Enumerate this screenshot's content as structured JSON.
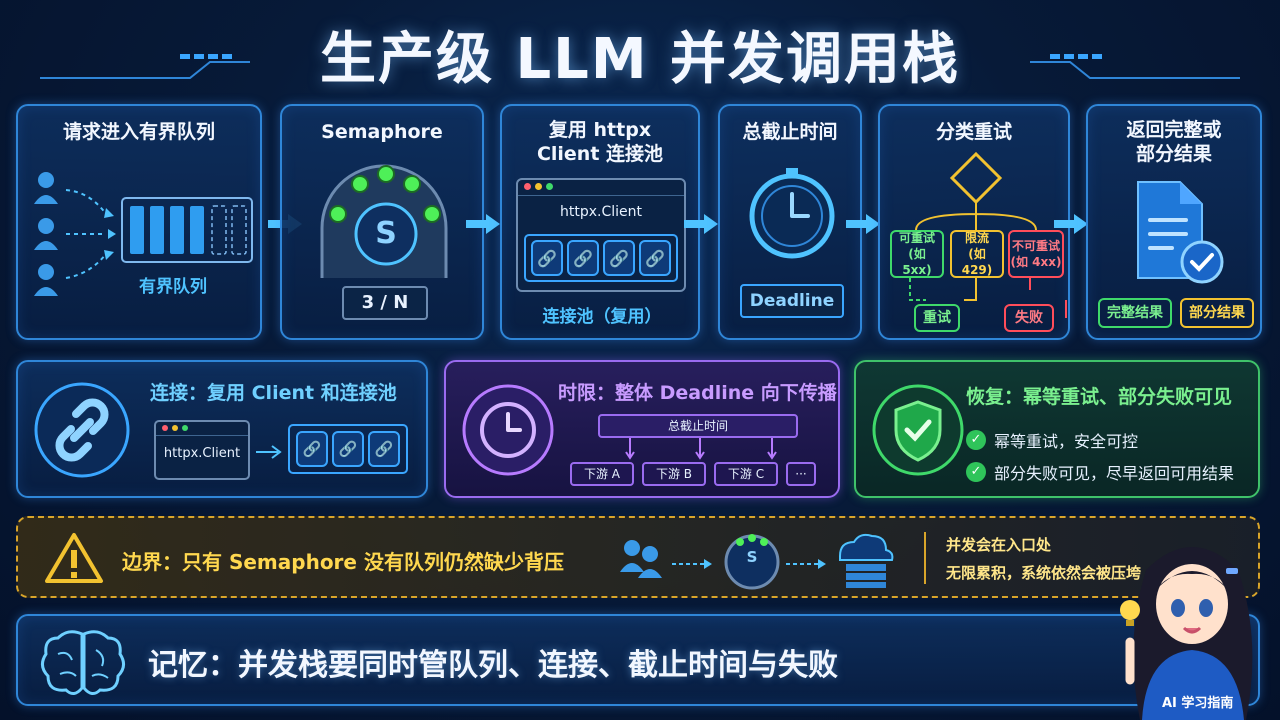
{
  "title": "生产级 LLM 并发调用栈",
  "stages": {
    "queue": {
      "title": "请求进入有界队列",
      "label": "有界队列"
    },
    "semaphore": {
      "title": "Semaphore",
      "badge": "S",
      "counter": "3 / N"
    },
    "pool": {
      "title_line1": "复用 httpx",
      "title_line2": "Client 连接池",
      "client": "httpx.Client",
      "label": "连接池（复用）"
    },
    "deadline": {
      "title": "总截止时间",
      "label": "Deadline"
    },
    "retry": {
      "title": "分类重试",
      "retryable": "可重试",
      "retryable_sub": "(如 5xx)",
      "ratelimit": "限流",
      "ratelimit_sub": "(如 429)",
      "nonretry": "不可重试",
      "nonretry_sub": "(如 4xx)",
      "retry_action": "重试",
      "fail_action": "失败"
    },
    "result": {
      "title_line1": "返回完整或",
      "title_line2": "部分结果",
      "full": "完整结果",
      "partial": "部分结果"
    }
  },
  "connection": {
    "title": "连接：复用 Client 和连接池",
    "client": "httpx.Client"
  },
  "timeout": {
    "title": "时限：整体 Deadline 向下传播",
    "total": "总截止时间",
    "downstreams": [
      "下游 A",
      "下游 B",
      "下游 C",
      "···"
    ]
  },
  "recovery": {
    "title": "恢复：幂等重试、部分失败可见",
    "items": [
      "幂等重试，安全可控",
      "部分失败可见，尽早返回可用结果"
    ]
  },
  "boundary": {
    "title": "边界：只有 Semaphore 没有队列仍然缺少背压",
    "badge": "S",
    "note_line1": "并发会在入口处",
    "note_line2": "无限累积，系统依然会被压垮"
  },
  "memory": {
    "title": "记忆：并发栈要同时管队列、连接、截止时间与失败"
  },
  "mascot": {
    "shirt": "AI 学习指南"
  },
  "colors": {
    "accent": "#4fc3ff",
    "purple": "#b77bff",
    "green": "#3fd96a",
    "yellow": "#f2c230",
    "red": "#ff4d5a"
  },
  "icons": [
    "user-icon",
    "semaphore-light-icon",
    "chain-link-icon",
    "clock-icon",
    "decision-diamond-icon",
    "document-icon",
    "check-badge-icon",
    "shield-check-icon",
    "warning-icon",
    "cloud-server-icon",
    "brain-icon",
    "lightbulb-icon"
  ]
}
